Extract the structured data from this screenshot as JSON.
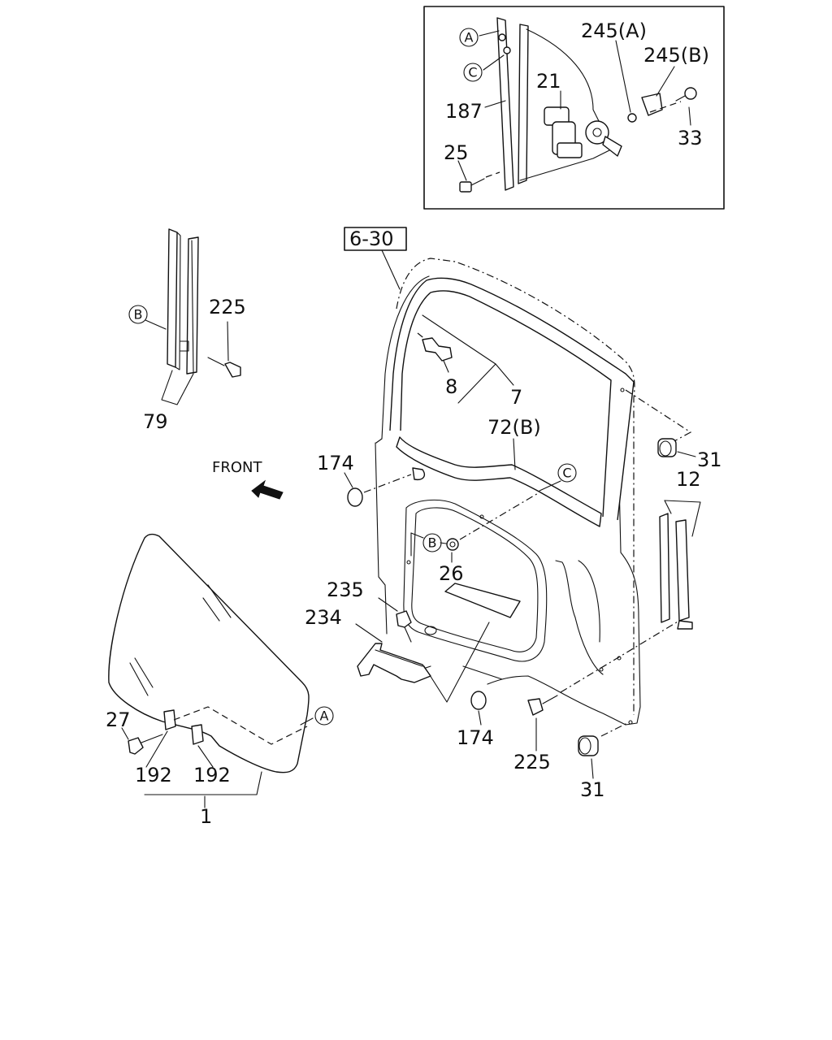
{
  "labels": {
    "inset_245a": "245(A)",
    "inset_245b": "245(B)",
    "inset_21": "21",
    "inset_187": "187",
    "inset_25": "25",
    "inset_33": "33",
    "p_6_30": "6-30",
    "p_225_top": "225",
    "p_79": "79",
    "p_8": "8",
    "p_7": "7",
    "p_72b": "72(B)",
    "p_31_top": "31",
    "p_12": "12",
    "p_174_top": "174",
    "front": "FRONT",
    "p_26": "26",
    "p_235": "235",
    "p_234": "234",
    "p_27": "27",
    "p_192_left": "192",
    "p_192_right": "192",
    "p_1": "1",
    "p_174_bottom": "174",
    "p_225_bottom": "225",
    "p_31_bottom": "31"
  },
  "callouts": {
    "a": "A",
    "b": "B",
    "c": "C"
  }
}
